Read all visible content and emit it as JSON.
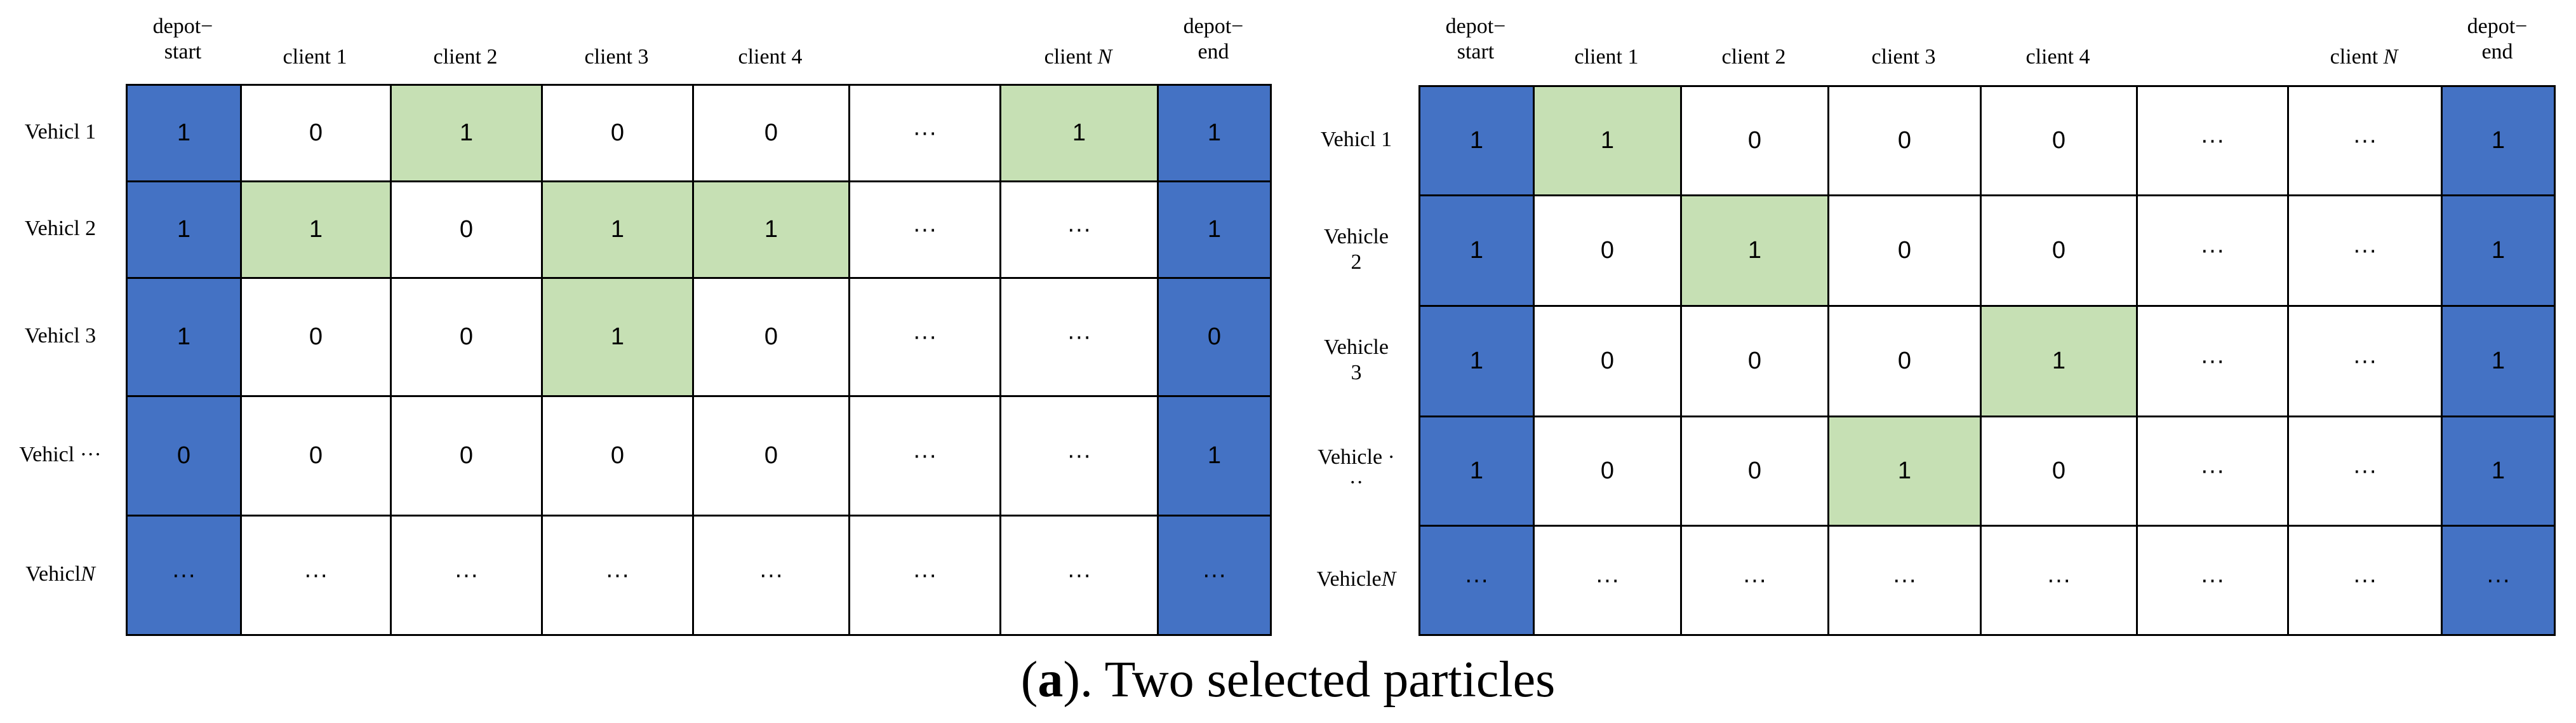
{
  "panels": [
    {
      "name": "left",
      "columns": [
        "depot−\nstart",
        "client 1",
        "client 2",
        "client 3",
        "client 4",
        "",
        "client N",
        "depot−\nend"
      ],
      "rows": [
        {
          "label": "Vehicl 1",
          "cells": [
            "1",
            "0",
            "1",
            "0",
            "0",
            "···",
            "1",
            "1"
          ],
          "fills": [
            "depot",
            "",
            "green",
            "",
            "",
            "",
            "green",
            "depot"
          ]
        },
        {
          "label": "Vehicl 2",
          "cells": [
            "1",
            "1",
            "0",
            "1",
            "1",
            "···",
            "···",
            "1"
          ],
          "fills": [
            "depot",
            "green",
            "",
            "green",
            "green",
            "",
            "",
            "depot"
          ]
        },
        {
          "label": "Vehicl 3",
          "cells": [
            "1",
            "0",
            "0",
            "1",
            "0",
            "···",
            "···",
            "0"
          ],
          "fills": [
            "depot",
            "",
            "",
            "green",
            "",
            "",
            "",
            "depot"
          ]
        },
        {
          "label": "Vehicl ···",
          "cells": [
            "0",
            "0",
            "0",
            "0",
            "0",
            "···",
            "···",
            "1"
          ],
          "fills": [
            "depot",
            "",
            "",
            "",
            "",
            "",
            "",
            "depot"
          ]
        },
        {
          "label": "Vehicl N",
          "cells": [
            "···",
            "···",
            "···",
            "···",
            "···",
            "···",
            "···",
            "···"
          ],
          "fills": [
            "depot",
            "",
            "",
            "",
            "",
            "",
            "",
            "depot"
          ]
        }
      ]
    },
    {
      "name": "right",
      "columns": [
        "depot−\nstart",
        "client 1",
        "client 2",
        "client 3",
        "client 4",
        "",
        "client N",
        "depot−\nend"
      ],
      "rows": [
        {
          "label": "Vehicl 1",
          "cells": [
            "1",
            "1",
            "0",
            "0",
            "0",
            "···",
            "···",
            "1"
          ],
          "fills": [
            "depot",
            "green",
            "",
            "",
            "",
            "",
            "",
            "depot"
          ]
        },
        {
          "label": "Vehicle\n2",
          "cells": [
            "1",
            "0",
            "1",
            "0",
            "0",
            "···",
            "···",
            "1"
          ],
          "fills": [
            "depot",
            "",
            "green",
            "",
            "",
            "",
            "",
            "depot"
          ]
        },
        {
          "label": "Vehicle\n3",
          "cells": [
            "1",
            "0",
            "0",
            "0",
            "1",
            "···",
            "···",
            "1"
          ],
          "fills": [
            "depot",
            "",
            "",
            "",
            "green",
            "",
            "",
            "depot"
          ]
        },
        {
          "label": "Vehicle ·\n··",
          "cells": [
            "1",
            "0",
            "0",
            "1",
            "0",
            "···",
            "···",
            "1"
          ],
          "fills": [
            "depot",
            "",
            "",
            "green",
            "",
            "",
            "",
            "depot"
          ]
        },
        {
          "label": "Vehicle\nN",
          "cells": [
            "···",
            "···",
            "···",
            "···",
            "···",
            "···",
            "···",
            "···"
          ],
          "fills": [
            "depot",
            "",
            "",
            "",
            "",
            "",
            "",
            "depot"
          ]
        }
      ]
    }
  ],
  "colors": {
    "depot": "#4472C4",
    "green": "#C6E0B4",
    "border": "#000000"
  },
  "caption": {
    "letter": "a",
    "text": "). Two selected particles",
    "open": "("
  }
}
